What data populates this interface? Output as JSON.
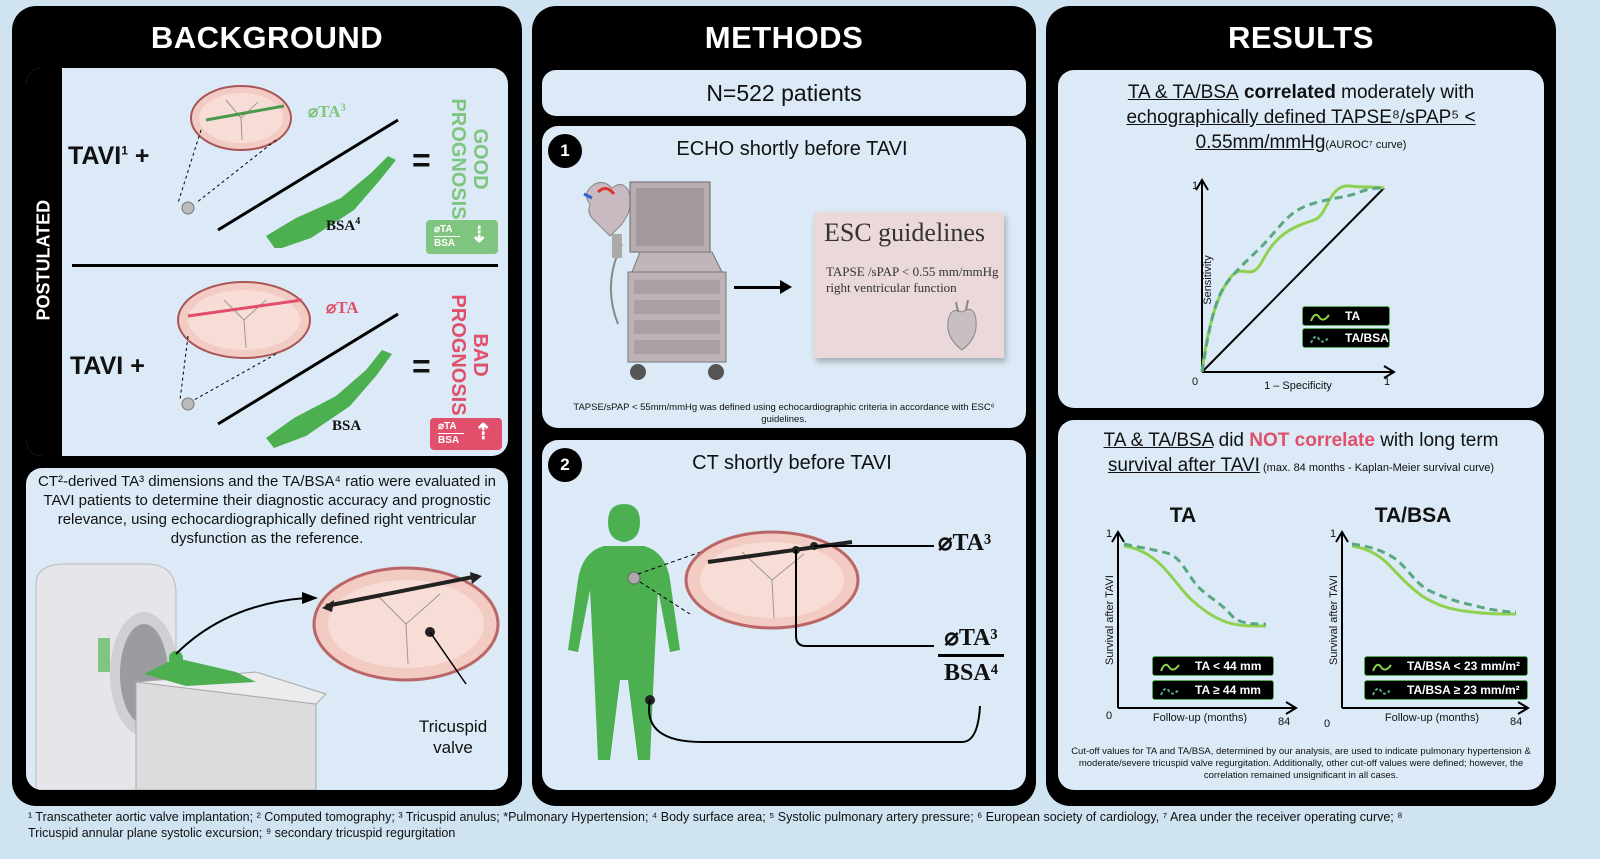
{
  "background": {
    "title": "BACKGROUND",
    "postulated": "POSTULATED",
    "good_row": {
      "tavi": "TAVI",
      "tavi_sup": "1",
      "plus": "+",
      "ta_label": "⌀TA",
      "ta_sup": "3",
      "bsa_label": "BSA",
      "bsa_sup": "4",
      "equals": "=",
      "prognosis": "GOOD PROGNOSIS",
      "ratio_num": "⌀TA",
      "ratio_den": "BSA",
      "arrow": "⇣"
    },
    "bad_row": {
      "tavi": "TAVI",
      "plus": "+",
      "ta_label": "⌀TA",
      "bsa_label": "BSA",
      "equals": "=",
      "prognosis": "BAD PROGNOSIS",
      "ratio_num": "⌀TA",
      "ratio_den": "BSA",
      "arrow": "⇡"
    },
    "description": "CT²-derived TA³ dimensions and the TA/BSA⁴ ratio were evaluated in TAVI patients to determine their diagnostic accuracy and prognostic relevance, using echocardiographically defined right ventricular dysfunction as the reference.",
    "valve_label_1": "Tricuspid",
    "valve_label_2": "valve"
  },
  "methods": {
    "title": "METHODS",
    "patients": "N=522 patients",
    "step1": {
      "num": "1",
      "title": "ECHO shortly before TAVI",
      "card_title": "ESC guidelines",
      "card_line1": "TAPSE /sPAP < 0.55 mm/mmHg",
      "card_line2": "right ventricular function",
      "note": "TAPSE/sPAP < 55mm/mmHg was defined using echocardiographic criteria in accordance with ESC⁶ guidelines."
    },
    "step2": {
      "num": "2",
      "title": "CT shortly before TAVI",
      "ta_label": "⌀TA³",
      "ratio_num": "⌀TA³",
      "ratio_den": "BSA⁴"
    }
  },
  "results": {
    "title": "RESULTS",
    "roc": {
      "heading_a": "TA & TA/BSA",
      "heading_b": " correlated",
      "heading_c": " moderately with",
      "heading_d": "echographically defined TAPSE⁸/sPAP⁵ <",
      "heading_e": "0.55mm/mmHg",
      "heading_f": "(AUROC⁷ curve)",
      "y_label": "Sensitivity",
      "x_label": "1 – Specificity",
      "y_max": "1",
      "origin": "0",
      "x_max": "1",
      "legend": [
        "TA",
        "TA/BSA"
      ]
    },
    "survival": {
      "heading_a": "TA & TA/BSA",
      "heading_b": " did ",
      "heading_c": "NOT correlate",
      "heading_d": " with long term",
      "heading_e": "survival after TAVI",
      "heading_f": " (max. 84 months - Kaplan-Meier survival curve)",
      "left": {
        "title": "TA",
        "y_label": "Survival after TAVI",
        "x_label": "Follow-up (months)",
        "y_max": "1",
        "origin": "0",
        "x_max": "84",
        "legend": [
          "TA < 44 mm",
          "TA ≥ 44 mm"
        ]
      },
      "right": {
        "title": "TA/BSA",
        "y_label": "Survival after TAVI",
        "x_label": "Follow-up (months)",
        "y_max": "1",
        "origin": "0",
        "x_max": "84",
        "legend": [
          "TA/BSA < 23 mm/m²",
          "TA/BSA ≥ 23 mm/m²"
        ]
      },
      "note": "Cut-off values for TA and TA/BSA, determined by our analysis, are used to indicate pulmonary hypertension & moderate/severe tricuspid valve regurgitation. Additionally, other cut-off values were defined; however, the correlation remained unsignificant in all cases."
    }
  },
  "footnote_1": "¹ Transcatheter aortic valve implantation; ² Computed tomography; ³ Tricuspid anulus; *Pulmonary Hypertension; ⁴ Body surface area; ⁵ Systolic pulmonary artery pressure; ⁶ European society of cardiology, ⁷ Area under the receiver operating curve; ⁸",
  "footnote_2": "Tricuspid annular plane systolic excursion; ⁹ secondary tricuspid regurgitation",
  "colors": {
    "good": "#7fc47f",
    "bad": "#e0506a",
    "panel": "#dbeaf6",
    "body_green": "#4caf50",
    "curve_solid": "#8fd14f",
    "curve_dashed": "#5aa882"
  }
}
